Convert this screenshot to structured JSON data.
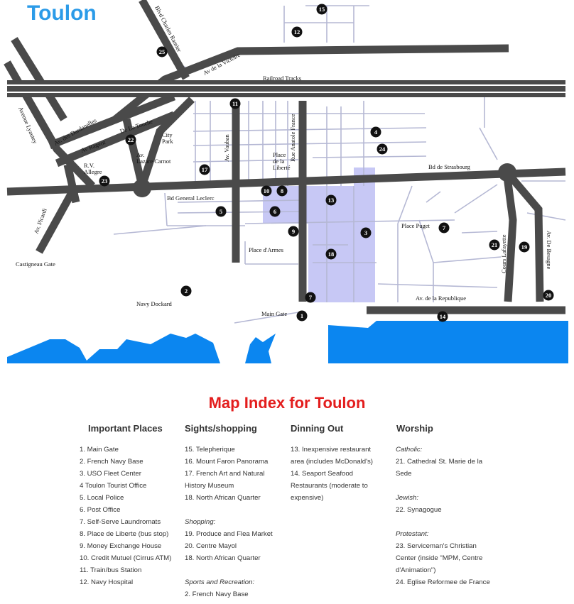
{
  "map": {
    "title": "Toulon",
    "street_labels": [
      "Blvd Charles Ramier",
      "Av de la Victoire",
      "Railroad Tracks",
      "Avenue Lyautey",
      "Av. des Dardanelles",
      "Av Rageot",
      "De La Touche",
      "City Park",
      "Av. Lazare Carnot",
      "R.V. Allegre",
      "Av. Vauban",
      "Rue Anatole France",
      "Place de la Liberté",
      "Bd de Strasbourg",
      "Bd General Leclerc",
      "Av. Picardi",
      "Castigneau Gate",
      "Place d'Armes",
      "Place Puget",
      "Cours Lafayette",
      "Av. De Besagne",
      "Navy Dockard",
      "Main Gate",
      "Av. de la Republique"
    ],
    "markers": [
      "1",
      "2",
      "3",
      "4",
      "5",
      "6",
      "7",
      "7",
      "8",
      "9",
      "10",
      "11",
      "12",
      "13",
      "14",
      "15",
      "17",
      "18",
      "20",
      "21",
      "22",
      "23",
      "24",
      "25",
      "19"
    ],
    "colors": {
      "road": "#4a4a4a",
      "minor_street": "#b5b8d4",
      "highlight": "#c7c8f5",
      "water": "#0b86f0",
      "marker": "#111111",
      "title": "#2b9be8",
      "index_title": "#e31d1d"
    }
  },
  "index": {
    "title": "Map Index for Toulon",
    "columns": [
      {
        "heading": "Important Places",
        "items": [
          {
            "text": "1. Main Gate"
          },
          {
            "text": "2. French Navy Base"
          },
          {
            "text": "3. USO Fleet Center"
          },
          {
            "text": "4 Toulon Tourist Office"
          },
          {
            "text": "5. Local Police"
          },
          {
            "text": "6. Post Office"
          },
          {
            "text": "7. Self-Serve Laundromats"
          },
          {
            "text": "8. Place de Liberte (bus stop)"
          },
          {
            "text": "9. Money Exchange House"
          },
          {
            "text": "10. Credit Mutuel (Cirrus ATM)"
          },
          {
            "text": "11. Train/bus Station"
          },
          {
            "text": "12. Navy Hospital"
          }
        ]
      },
      {
        "heading": "Sights/shopping",
        "items": [
          {
            "text": "15. Telepherique"
          },
          {
            "text": "16. Mount Faron Panorama"
          },
          {
            "text": "17. French Art and Natural History Museum"
          },
          {
            "text": "18. North African Quarter"
          },
          {
            "text": ""
          },
          {
            "text": "Shopping:",
            "sub": true
          },
          {
            "text": "19. Produce and Flea Market"
          },
          {
            "text": "20. Centre Mayol"
          },
          {
            "text": "18. North African Quarter"
          },
          {
            "text": ""
          },
          {
            "text": "Sports and Recreation:",
            "sub": true
          },
          {
            "text": "2. French Navy Base"
          }
        ]
      },
      {
        "heading": "Dinning Out",
        "items": [
          {
            "text": "13. Inexpensive restaurant area (includes McDonald's)"
          },
          {
            "text": "14. Seaport Seafood Restaurants (moderate to expensive)"
          }
        ]
      },
      {
        "heading": "Worship",
        "items": [
          {
            "text": "Catholic:",
            "sub": true
          },
          {
            "text": "21. Cathedral St. Marie de la Sede"
          },
          {
            "text": ""
          },
          {
            "text": "Jewish:",
            "sub": true
          },
          {
            "text": "22. Synagogue"
          },
          {
            "text": ""
          },
          {
            "text": "Protestant:",
            "sub": true
          },
          {
            "text": "23. Serviceman's Christian Center (inside \"MPM, Centre d'Animation\")"
          },
          {
            "text": "24. Eglise Reformee de France"
          }
        ]
      }
    ]
  }
}
